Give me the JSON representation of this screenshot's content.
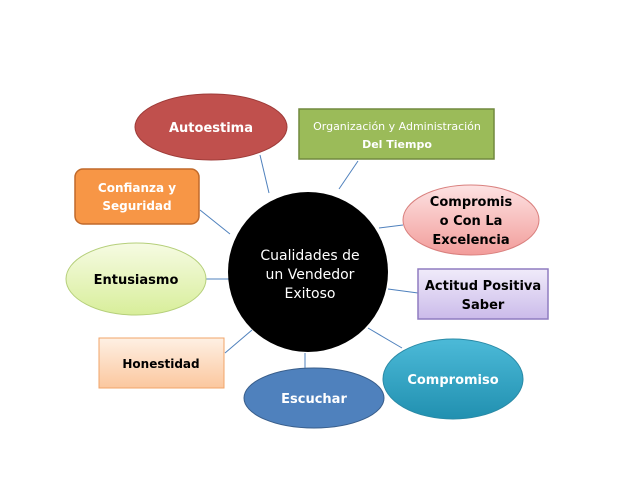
{
  "center": {
    "lines": [
      "Cualidades de",
      "un Vendedor",
      "Exitoso"
    ],
    "color": "#000000"
  },
  "nodes": {
    "autoestima": {
      "lines": [
        "Autoestima"
      ],
      "color": "#c0504d"
    },
    "organizacion": {
      "lines": [
        "Organización y Administración",
        "Del Tiempo"
      ],
      "color": "#9bbb59"
    },
    "confianza": {
      "lines": [
        "Confianza y",
        "Seguridad"
      ],
      "color": "#f79646"
    },
    "excelencia": {
      "lines": [
        "Compromis",
        "o Con La",
        "Excelencia"
      ],
      "color": "#f6b5b4"
    },
    "entusiasmo": {
      "lines": [
        "Entusiasmo"
      ],
      "color": "#eaf5c2"
    },
    "actitud": {
      "lines": [
        "Actitud Positiva",
        "Saber"
      ],
      "color": "#d9cdf0"
    },
    "honestidad": {
      "lines": [
        "Honestidad"
      ],
      "color": "#fcd7b8"
    },
    "escuchar": {
      "lines": [
        "Escuchar"
      ],
      "color": "#4f81bd"
    },
    "compromiso": {
      "lines": [
        "Compromiso"
      ],
      "color": "#31a0c0"
    }
  }
}
